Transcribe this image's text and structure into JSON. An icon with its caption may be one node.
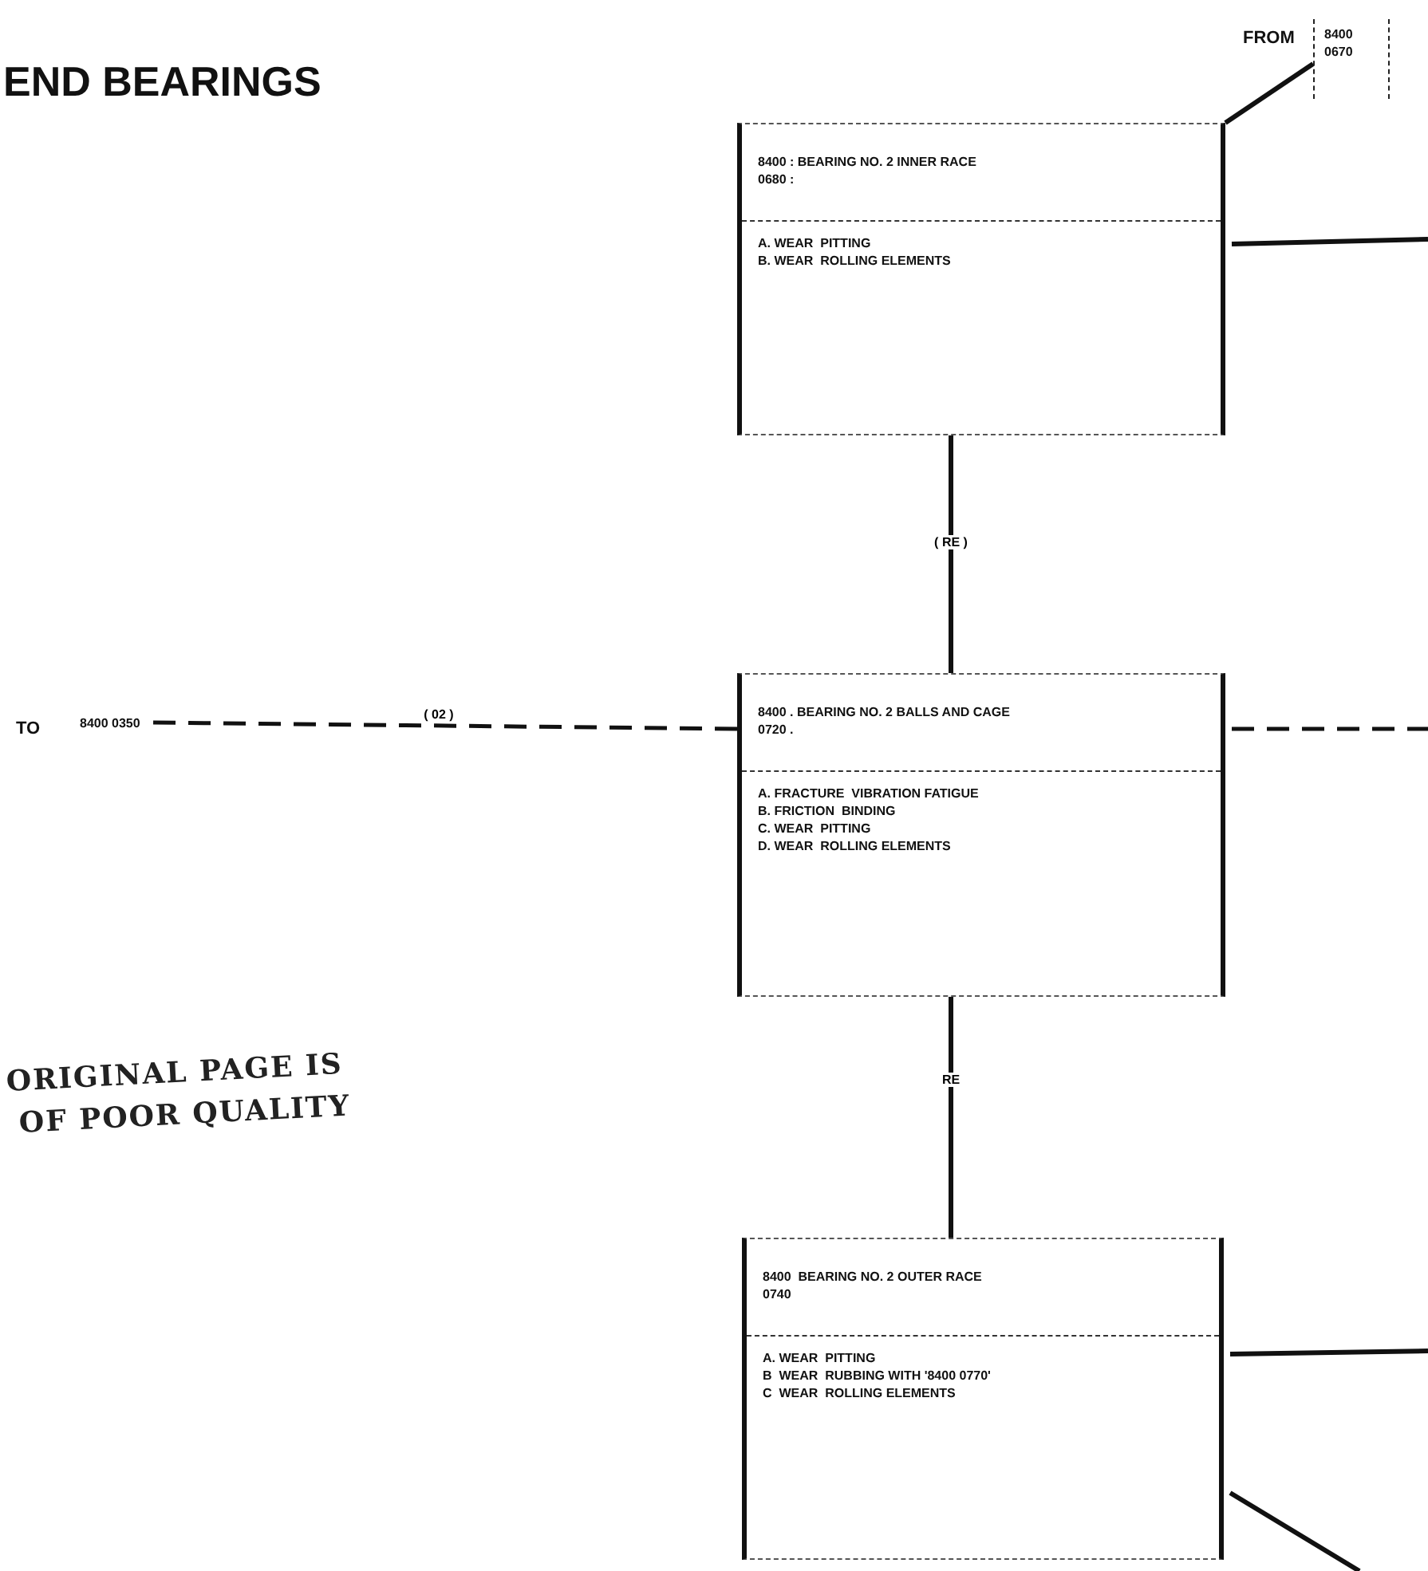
{
  "diagram": {
    "title": "END BEARINGS",
    "nodes": [
      {
        "text": [
          "8400 0670"
        ],
        "beside": [
          "FROM"
        ]
      },
      {
        "text": [
          "8400 : BEARING NO. 2 INNER RACE",
          "0680 :",
          "A. WEAR  PITTING",
          "B. WEAR  ROLLING ELEMENTS"
        ]
      },
      {
        "text": [
          "8400 . BEARING NO. 2 BALLS AND CAGE",
          "0720 .",
          "A. FRACTURE  VIBRATION FATIGUE",
          "B. FRICTION  BINDING",
          "C. WEAR  PITTING",
          "D. WEAR  ROLLING ELEMENTS"
        ]
      },
      {
        "text": [
          "8400  BEARING NO. 2 OUTER RACE",
          "0740",
          "A. WEAR  PITTING",
          "B  WEAR  RUBBING WITH '8400 0770'",
          "C  WEAR  ROLLING ELEMENTS"
        ]
      },
      {
        "text": [
          "8400 0350"
        ],
        "beside": [
          "TO"
        ]
      }
    ],
    "edges": [
      {
        "from": 0,
        "to": 1,
        "arrow": "none"
      },
      {
        "from": 1,
        "to": 2,
        "arrow": "none",
        "label": "( RE )"
      },
      {
        "from": 2,
        "to": 3,
        "arrow": "none",
        "label": "RE"
      },
      {
        "from": 2,
        "to": 4,
        "arrow": "none",
        "label": "( 02 )",
        "style": "dashed"
      },
      {
        "from": 1,
        "to": null,
        "arrow": "none"
      },
      {
        "from": 2,
        "to": null,
        "arrow": "none",
        "style": "dashed"
      },
      {
        "from": 3,
        "to": null,
        "arrow": "none"
      },
      {
        "from": 3,
        "to": null,
        "arrow": "none"
      }
    ],
    "labels": [
      "ORIGINAL PAGE IS",
      "OF POOR QUALITY"
    ]
  }
}
